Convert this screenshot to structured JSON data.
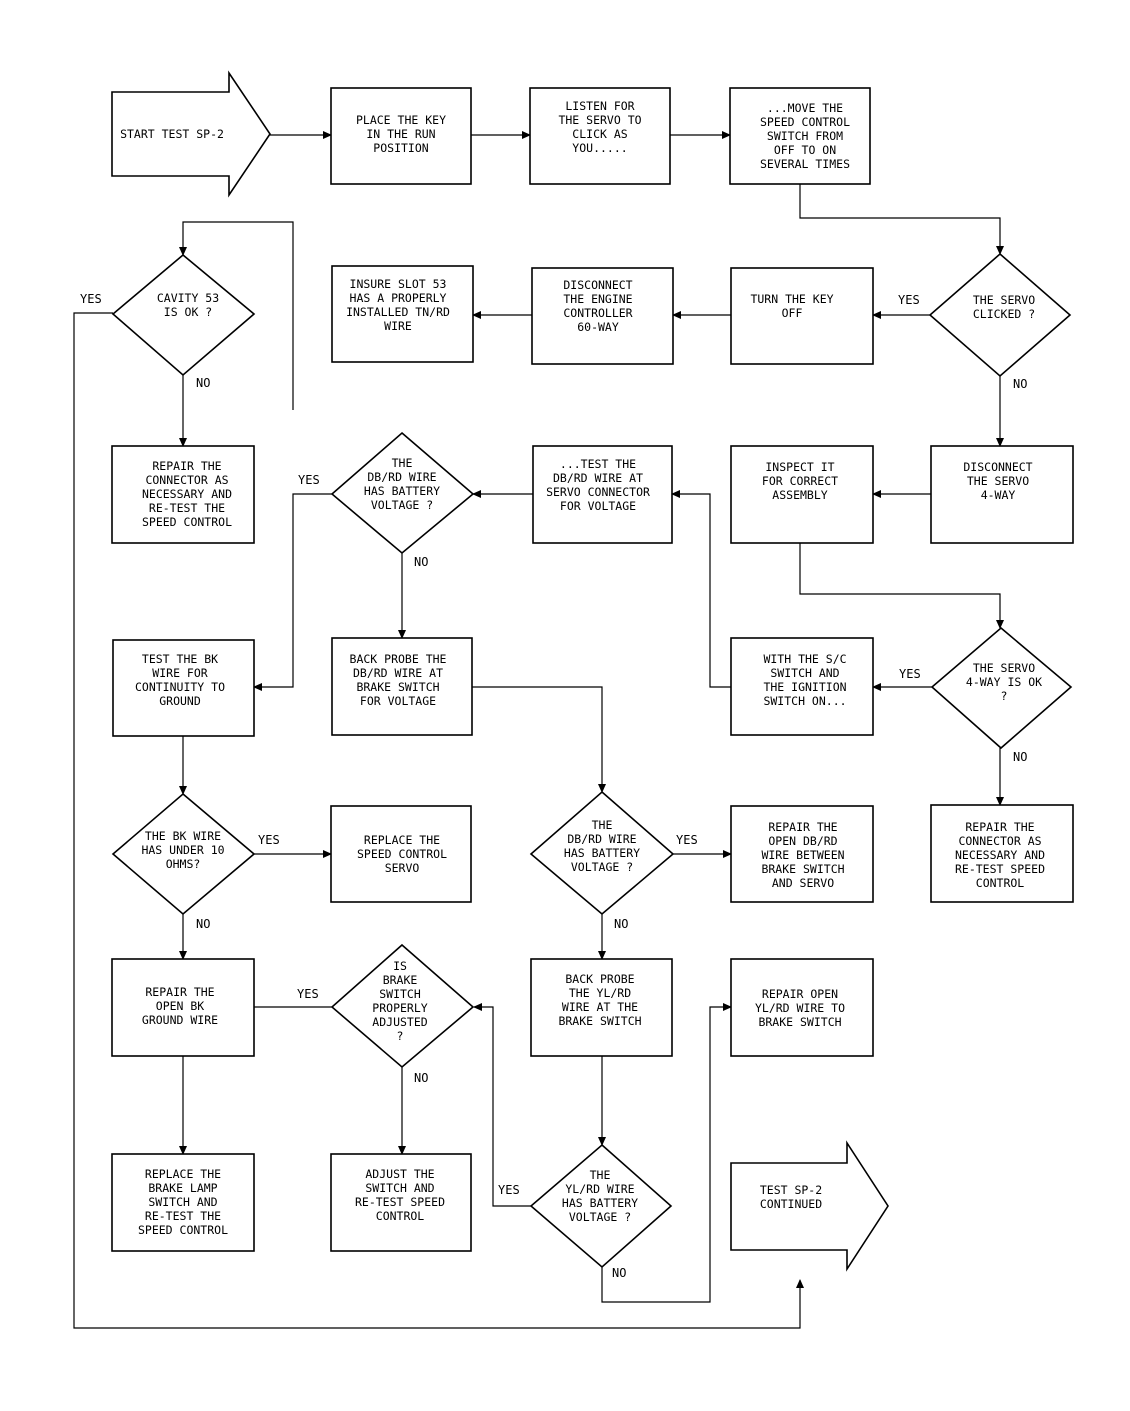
{
  "nodes": {
    "start": [
      "START TEST SP-2"
    ],
    "key_run": [
      "PLACE THE KEY",
      "IN THE RUN",
      "POSITION"
    ],
    "listen": [
      "LISTEN FOR",
      "THE SERVO TO",
      "CLICK AS",
      "YOU....."
    ],
    "move_switch": [
      "...MOVE THE",
      "SPEED CONTROL",
      "SWITCH FROM",
      "OFF TO ON",
      "SEVERAL TIMES"
    ],
    "servo_clicked": [
      "THE SERVO",
      "CLICKED ?"
    ],
    "key_off": [
      "TURN THE KEY",
      "OFF"
    ],
    "disconnect_ec": [
      "DISCONNECT",
      "THE ENGINE",
      "CONTROLLER",
      "60-WAY"
    ],
    "insure_slot": [
      "INSURE SLOT 53",
      "HAS A PROPERLY",
      "INSTALLED TN/RD",
      "WIRE"
    ],
    "cavity_ok": [
      "CAVITY 53",
      "IS OK ?"
    ],
    "repair_connector_1": [
      "REPAIR THE",
      "CONNECTOR AS",
      "NECESSARY AND",
      "RE-TEST THE",
      "SPEED CONTROL"
    ],
    "dbrd_battery_1": [
      "THE",
      "DB/RD WIRE",
      "HAS BATTERY",
      "VOLTAGE ?"
    ],
    "test_dbrd": [
      "...TEST THE",
      "DB/RD WIRE AT",
      "SERVO CONNECTOR",
      "FOR VOLTAGE"
    ],
    "inspect": [
      "INSPECT IT",
      "FOR CORRECT",
      "ASSEMBLY"
    ],
    "disconnect_servo": [
      "DISCONNECT",
      "THE SERVO",
      "4-WAY"
    ],
    "test_bk": [
      "TEST THE BK",
      "WIRE FOR",
      "CONTINUITY TO",
      "GROUND"
    ],
    "backprobe_dbrd": [
      "BACK PROBE THE",
      "DB/RD WIRE AT",
      "BRAKE SWITCH",
      "FOR VOLTAGE"
    ],
    "with_sc": [
      "WITH THE S/C",
      "SWITCH AND",
      "THE IGNITION",
      "SWITCH ON..."
    ],
    "servo_4way_ok": [
      "THE SERVO",
      "4-WAY IS OK",
      "?"
    ],
    "bk_under_10": [
      "THE BK WIRE",
      "HAS UNDER 10",
      "OHMS?"
    ],
    "replace_servo": [
      "REPLACE THE",
      "SPEED CONTROL",
      "SERVO"
    ],
    "dbrd_battery_2": [
      "THE",
      "DB/RD WIRE",
      "HAS BATTERY",
      "VOLTAGE ?"
    ],
    "repair_open_dbrd": [
      "REPAIR THE",
      "OPEN DB/RD",
      "WIRE BETWEEN",
      "BRAKE SWITCH",
      "AND SERVO"
    ],
    "repair_connector_2": [
      "REPAIR THE",
      "CONNECTOR AS",
      "NECESSARY AND",
      "RE-TEST SPEED",
      "CONTROL"
    ],
    "repair_bk": [
      "REPAIR THE",
      "OPEN BK",
      "GROUND WIRE"
    ],
    "brake_adjusted": [
      "IS",
      "BRAKE",
      "SWITCH",
      "PROPERLY",
      "ADJUSTED",
      "?"
    ],
    "backprobe_ylrd": [
      "BACK PROBE",
      "THE YL/RD",
      "WIRE AT THE",
      "BRAKE SWITCH"
    ],
    "repair_ylrd": [
      "REPAIR OPEN",
      "YL/RD WIRE TO",
      "BRAKE SWITCH"
    ],
    "replace_lamp": [
      "REPLACE THE",
      "BRAKE LAMP",
      "SWITCH AND",
      "RE-TEST THE",
      "SPEED CONTROL"
    ],
    "adjust_switch": [
      "ADJUST THE",
      "SWITCH AND",
      "RE-TEST SPEED",
      "CONTROL"
    ],
    "ylrd_battery": [
      "THE",
      "YL/RD WIRE",
      "HAS BATTERY",
      "VOLTAGE ?"
    ],
    "continued": [
      "TEST SP-2",
      "CONTINUED"
    ]
  },
  "edge_labels": {
    "servo_clicked_yes": "YES",
    "servo_clicked_no": "NO",
    "cavity_yes": "YES",
    "cavity_no": "NO",
    "dbrd1_yes": "YES",
    "dbrd1_no": "NO",
    "servo4_yes": "YES",
    "servo4_no": "NO",
    "bk_yes": "YES",
    "bk_no": "NO",
    "dbrd2_yes": "YES",
    "dbrd2_no": "NO",
    "brake_yes": "YES",
    "brake_no": "NO",
    "ylrd_yes": "YES",
    "ylrd_no": "NO"
  }
}
